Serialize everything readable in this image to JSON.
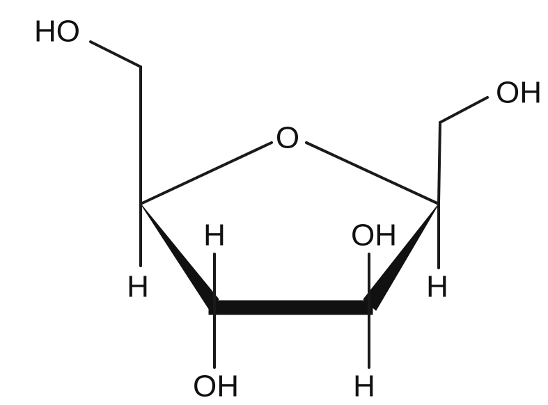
{
  "molecule": {
    "ring_oxygen": "O",
    "c1_substituent": "HO",
    "c4_substituent": "OH",
    "c1_hydrogen": "H",
    "c2_hydrogen_top": "H",
    "c2_hydroxyl_bottom": "OH",
    "c3_hydroxyl_top": "OH",
    "c3_hydrogen_bottom": "H",
    "c4_hydrogen": "H"
  },
  "colors": {
    "ink": "#111111",
    "background": "#ffffff"
  }
}
